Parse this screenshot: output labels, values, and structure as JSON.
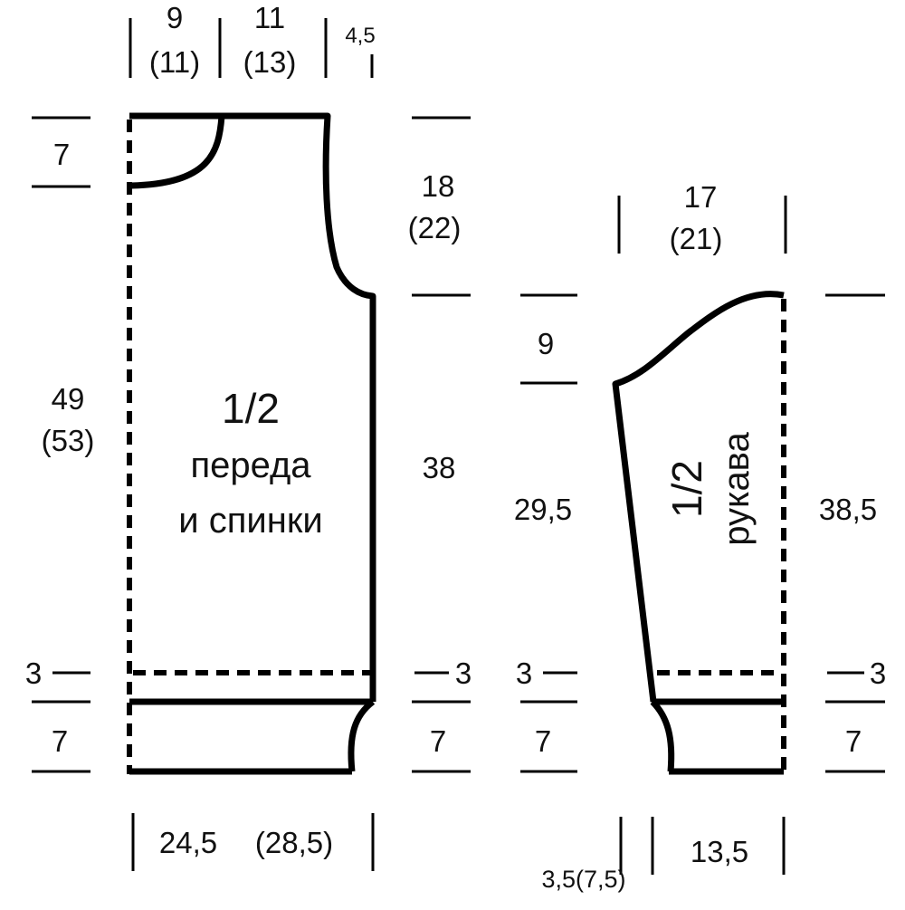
{
  "body_piece": {
    "label_1": "1/2",
    "label_2": "переда",
    "label_3": "и спинки",
    "top_neck_width": "9",
    "top_neck_width_alt": "(11)",
    "top_shoulder_width": "11",
    "top_shoulder_width_alt": "(13)",
    "top_armhole_depth_width": "4,5",
    "neck_depth": "7",
    "armhole_height": "18",
    "armhole_height_alt": "(22)",
    "total_height": "49",
    "total_height_alt": "(53)",
    "side_height": "38",
    "hem_band_left": "3",
    "hem_band_right": "3",
    "rib_left": "7",
    "rib_right": "7",
    "bottom_width": "24,5",
    "bottom_width_alt": "(28,5)"
  },
  "sleeve_piece": {
    "label_1": "1/2",
    "label_2": "рукава",
    "top_width": "17",
    "top_width_alt": "(21)",
    "cap_height": "9",
    "left_height": "29,5",
    "right_height": "38,5",
    "hem_band_left": "3",
    "hem_band_right": "3",
    "rib_left": "7",
    "rib_right": "7",
    "bottom_offset": "3,5(7,5)",
    "bottom_width": "13,5"
  }
}
